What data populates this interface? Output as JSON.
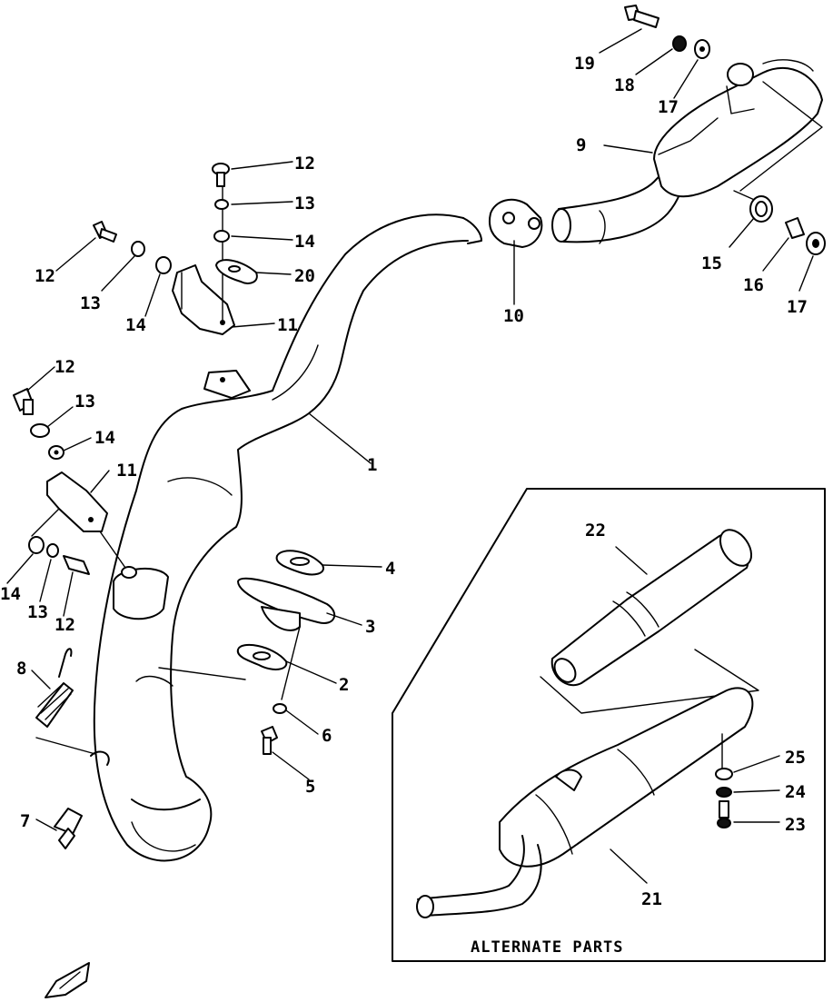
{
  "callouts": {
    "c1": "1",
    "c2": "2",
    "c3": "3",
    "c4": "4",
    "c5": "5",
    "c6": "6",
    "c7": "7",
    "c8": "8",
    "c9": "9",
    "c10": "10",
    "c11a": "11",
    "c11b": "11",
    "c12a": "12",
    "c12b": "12",
    "c12c": "12",
    "c12d": "12",
    "c13a": "13",
    "c13b": "13",
    "c13c": "13",
    "c13d": "13",
    "c14a": "14",
    "c14b": "14",
    "c14c": "14",
    "c14d": "14",
    "c15": "15",
    "c16": "16",
    "c17a": "17",
    "c17b": "17",
    "c18": "18",
    "c19": "19",
    "c20": "20",
    "c21": "21",
    "c22": "22",
    "c23": "23",
    "c24": "24",
    "c25": "25"
  },
  "alternate_caption": "ALTERNATE PARTS"
}
